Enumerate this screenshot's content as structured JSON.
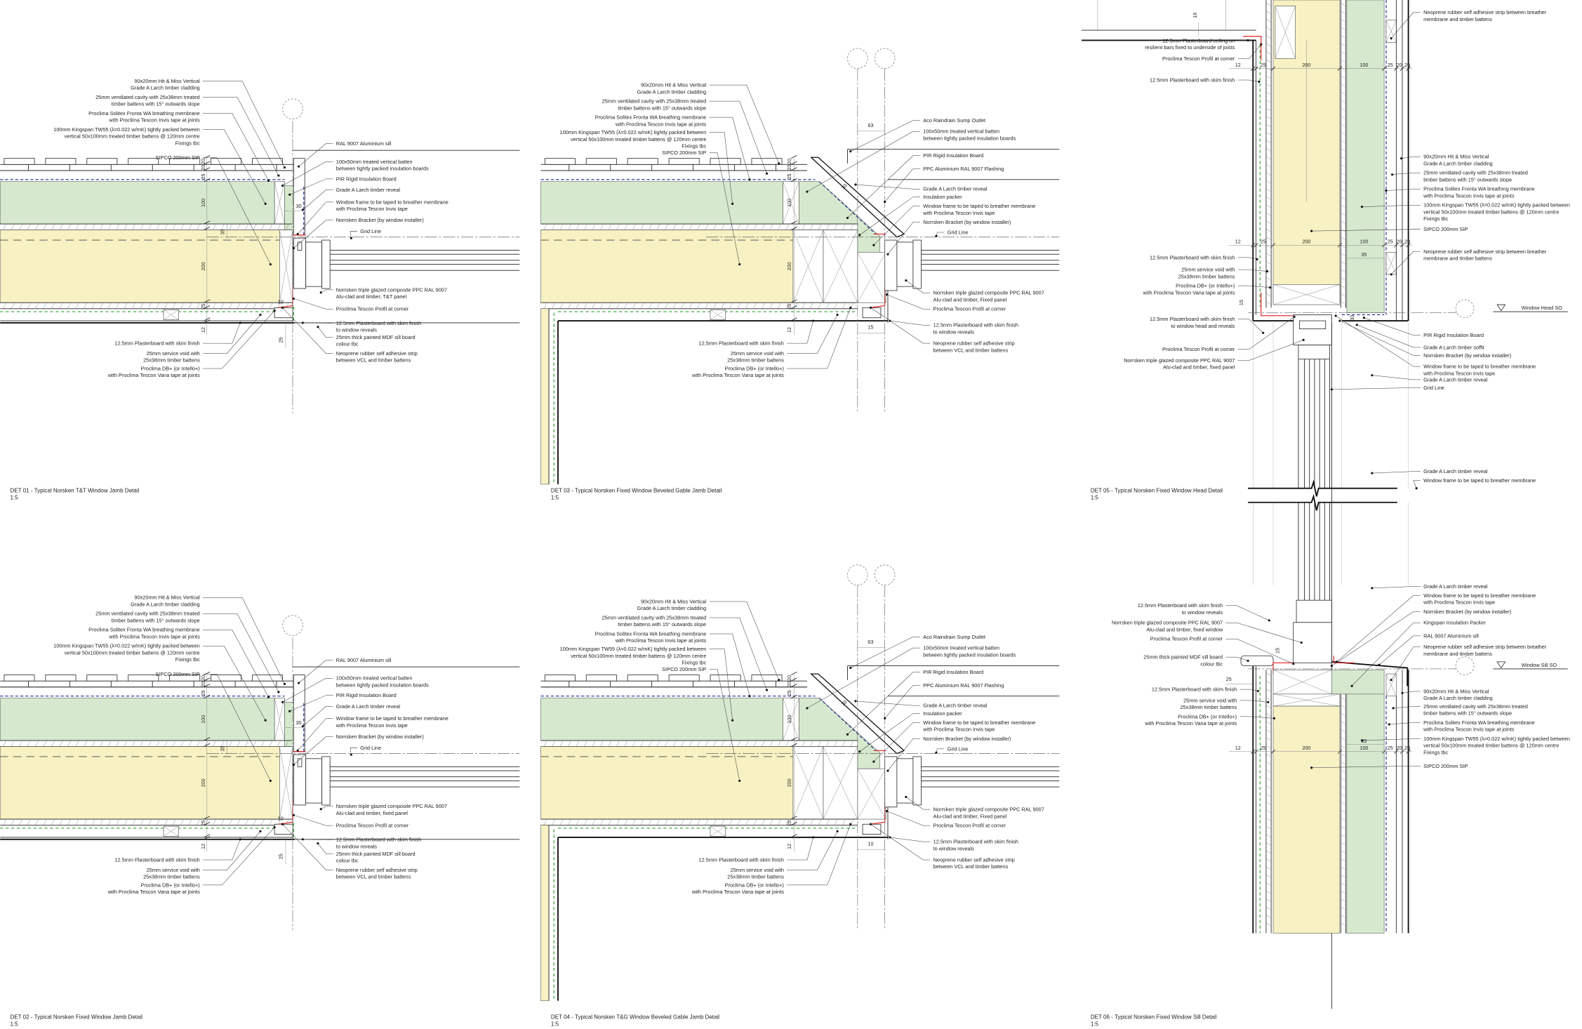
{
  "colors": {
    "insulation_green": "#d6e9cf",
    "sip_yellow": "#f7f1c3",
    "membrane_blue": "#1b2a8c",
    "vcl_green": "#2aa02a",
    "tape_red": "#e02020"
  },
  "details": [
    {
      "title": "DET 01 - Typical Norsken T&T Window Jamb Detail",
      "scale": "1:5",
      "labels": [
        {
          "lines": [
            "90x20mm Hit & Miss Vertical",
            "Grade A Larch timber cladding"
          ]
        },
        {
          "lines": [
            "25mm ventilated cavity with 25x38mm treated",
            "timber battens with 15° outwards slope"
          ]
        },
        {
          "lines": [
            "Proclima Solitex Fronta WA breathing membrane",
            "with Proclima Tescon Invis tape at joints"
          ]
        },
        {
          "lines": [
            "100mm Kingspan TW55 (λ=0.022 w/mK) tightly packed between",
            "vertical 50x100mm treated timber battens @ 120mm centre",
            "Fixings tbc"
          ]
        },
        {
          "lines": [
            "SIPCO 200mm SIP"
          ]
        },
        {
          "lines": [
            "RAL 9007 Aluminium sill"
          ]
        },
        {
          "lines": [
            "100x50mm treated vertical batten",
            "between tightly packed insulation boards"
          ]
        },
        {
          "lines": [
            "PIR Rigid Insulation Board"
          ]
        },
        {
          "lines": [
            "Grade A Larch timber reveal"
          ]
        },
        {
          "lines": [
            "Window frame to be taped to breather membrane",
            "with Proclima Tescon Invis tape"
          ]
        },
        {
          "lines": [
            "Norrsken Bracket (by window installer)"
          ]
        },
        {
          "lines": [
            "Grid Line"
          ]
        },
        {
          "lines": [
            "Norrsken triple glazed composite PPC RAL 9007",
            "Alu-clad and timber, T&T panel"
          ]
        },
        {
          "lines": [
            "Proclima Tescon Profil at corner"
          ]
        },
        {
          "lines": [
            "12.5mm Plasterboard with skim finish",
            "to window reveals"
          ]
        },
        {
          "lines": [
            "25mm thick painted MDF sill board",
            "colour tbc"
          ]
        },
        {
          "lines": [
            "Neoprene rubber self adhesive strip",
            "between VCL and timber battens"
          ]
        },
        {
          "lines": [
            "12.5mm Plasterboard with skim finish"
          ]
        },
        {
          "lines": [
            "25mm service void with",
            "25x38mm timber battens"
          ]
        },
        {
          "lines": [
            "Proclima DB+ (or Intello+)",
            "with Proclima Tescon Vana tape at joints"
          ]
        }
      ],
      "dims": [
        "20",
        "20",
        "25",
        "100",
        "35",
        "200",
        "25",
        "12",
        "30",
        "10",
        "25"
      ]
    },
    {
      "title": "DET 02 - Typical Norsken Fixed Window Jamb Detail",
      "scale": "1:5",
      "labels": [
        {
          "lines": [
            "90x20mm Hit & Miss Vertical",
            "Grade A Larch timber cladding"
          ]
        },
        {
          "lines": [
            "25mm ventilated cavity with 25x38mm treated",
            "timber battens with 15° outwards slope"
          ]
        },
        {
          "lines": [
            "Proclima Solitex Fronta WA breathing membrane",
            "with Proclima Tescon Invis tape at joints"
          ]
        },
        {
          "lines": [
            "100mm Kingspan TW55 (λ=0.022 w/mK) tightly packed between",
            "vertical 50x100mm treated timber battens @ 120mm centre",
            "Fixings tbc"
          ]
        },
        {
          "lines": [
            "SIPCO 200mm SIP"
          ]
        },
        {
          "lines": [
            "RAL 9007 Aluminium sill"
          ]
        },
        {
          "lines": [
            "100x50mm treated vertical batten",
            "between tightly packed insulation boards"
          ]
        },
        {
          "lines": [
            "PIR Rigid Insulation Board"
          ]
        },
        {
          "lines": [
            "Grade A Larch timber reveal"
          ]
        },
        {
          "lines": [
            "Window frame to be taped to breather membrane",
            "with Proclima Tescon Invis tape"
          ]
        },
        {
          "lines": [
            "Norrsken Bracket (by window installer)"
          ]
        },
        {
          "lines": [
            "Grid Line"
          ]
        },
        {
          "lines": [
            "Norrsken triple glazed composite PPC RAL 9007",
            "Alu-clad and timber, fixed panel"
          ]
        },
        {
          "lines": [
            "Proclima Tescon Profil at corner"
          ]
        },
        {
          "lines": [
            "12.5mm Plasterboard with skim finish",
            "to window reveals"
          ]
        },
        {
          "lines": [
            "25mm thick painted MDF sill board",
            "colour tbc"
          ]
        },
        {
          "lines": [
            "Neoprene rubber self adhesive strip",
            "between VCL and timber battens"
          ]
        },
        {
          "lines": [
            "12.5mm Plasterboard with skim finish"
          ]
        },
        {
          "lines": [
            "25mm service void with",
            "25x38mm timber battens"
          ]
        },
        {
          "lines": [
            "Proclima DB+ (or Intello+)",
            "with Proclima Tescon Vana tape at joints"
          ]
        }
      ],
      "dims": [
        "20",
        "20",
        "25",
        "100",
        "35",
        "200",
        "25",
        "12",
        "30",
        "10",
        "25"
      ]
    },
    {
      "title": "DET 03 - Typical Norsken Fixed Window Beveled Gable Jamb Detail",
      "scale": "1:5",
      "labels": [
        {
          "lines": [
            "90x20mm Hit & Miss Vertical",
            "Grade A Larch timber cladding"
          ]
        },
        {
          "lines": [
            "25mm ventilated cavity with 25x38mm treated",
            "timber battens with 15° outwards slope"
          ]
        },
        {
          "lines": [
            "Proclima Solitex Fronta WA breathing membrane",
            "with Proclima Tescon Invis tape at joints"
          ]
        },
        {
          "lines": [
            "100mm Kingspan TW55 (λ=0.022 w/mK) tightly packed between",
            "vertical 50x100mm treated timber battens @ 120mm centre",
            "Fixings tbc"
          ]
        },
        {
          "lines": [
            "SIPCO 200mm SIP"
          ]
        },
        {
          "lines": [
            "Aco Raindrain Sump Outlet"
          ]
        },
        {
          "lines": [
            "100x50mm treated vertical batten",
            "between tightly packed insulation boards"
          ]
        },
        {
          "lines": [
            "PIR Rigid Insulation Board"
          ]
        },
        {
          "lines": [
            "PPC Aluminium RAL 9007 Flashing"
          ]
        },
        {
          "lines": [
            "Grade A Larch timber reveal"
          ]
        },
        {
          "lines": [
            "Insulation packer"
          ]
        },
        {
          "lines": [
            "Window frame to be taped to breather membrane",
            "with Proclima Tescon Invis tape"
          ]
        },
        {
          "lines": [
            "Norrsken Bracket (by window installer)"
          ]
        },
        {
          "lines": [
            "Grid Line"
          ]
        },
        {
          "lines": [
            "Norrsken triple glazed composite PPC RAL 9007",
            "Alu-clad and timber, Fixed panel"
          ]
        },
        {
          "lines": [
            "Proclima Tescon Profil at corner"
          ]
        },
        {
          "lines": [
            "12.5mm Plasterboard with skim finish",
            "to window reveals"
          ]
        },
        {
          "lines": [
            "Neoprene rubber self adhesive strip",
            "between VCL and timber battens"
          ]
        },
        {
          "lines": [
            "12.5mm Plasterboard with skim finish"
          ]
        },
        {
          "lines": [
            "25mm service void with",
            "25x38mm timber battens"
          ]
        },
        {
          "lines": [
            "Proclima DB+ (or Intello+)",
            "with Proclima Tescon Vana tape at joints"
          ]
        }
      ],
      "dims": [
        "63",
        "20",
        "20",
        "25",
        "100",
        "30",
        "200",
        "25",
        "12",
        "15"
      ]
    },
    {
      "title": "DET 04 - Typical Norsken T&G Window Beveled Gable Jamb Detail",
      "scale": "1:5",
      "labels": [
        {
          "lines": [
            "90x20mm Hit & Miss Vertical",
            "Grade A Larch timber cladding"
          ]
        },
        {
          "lines": [
            "25mm ventilated cavity with 25x38mm treated",
            "timber battens with 15° outwards slope"
          ]
        },
        {
          "lines": [
            "Proclima Solitex Fronta WA breathing membrane",
            "with Proclima Tescon Invis tape at joints"
          ]
        },
        {
          "lines": [
            "100mm Kingspan TW55 (λ=0.022 w/mK) tightly packed between",
            "vertical 50x100mm treated timber battens @ 120mm centre",
            "Fixings tbc"
          ]
        },
        {
          "lines": [
            "SIPCO 200mm SIP"
          ]
        },
        {
          "lines": [
            "Aco Raindrain Sump Outlet"
          ]
        },
        {
          "lines": [
            "100x50mm treated vertical batten",
            "between tightly packed insulation boards"
          ]
        },
        {
          "lines": [
            "PIR Rigid Insulation Board"
          ]
        },
        {
          "lines": [
            "PPC Aluminium RAL 9007 Flashing"
          ]
        },
        {
          "lines": [
            "Grade A Larch timber reveal"
          ]
        },
        {
          "lines": [
            "Insulation packer"
          ]
        },
        {
          "lines": [
            "Window frame to be taped to breather membrane",
            "with Proclima Tescon Invis tape"
          ]
        },
        {
          "lines": [
            "Norrsken Bracket (by window installer)"
          ]
        },
        {
          "lines": [
            "Grid Line"
          ]
        },
        {
          "lines": [
            "Norrsken triple glazed composite PPC RAL 9007",
            "Alu-clad and timber, Fixed panel"
          ]
        },
        {
          "lines": [
            "Proclima Tescon Profil at corner"
          ]
        },
        {
          "lines": [
            "12.5mm Plasterboard with skim finish",
            "to window reveals"
          ]
        },
        {
          "lines": [
            "Neoprene rubber self adhesive strip",
            "between VCL and timber battens"
          ]
        },
        {
          "lines": [
            "12.5mm Plasterboard with skim finish"
          ]
        },
        {
          "lines": [
            "25mm service void with",
            "25x38mm timber battens"
          ]
        },
        {
          "lines": [
            "Proclima DB+ (or Intello+)",
            "with Proclima Tescon Vana tape at joints"
          ]
        }
      ],
      "dims": [
        "63",
        "20",
        "20",
        "25",
        "100",
        "30",
        "200",
        "25",
        "12",
        "10"
      ]
    },
    {
      "title": "DET 05 - Typical Norsken Fixed Window Head Detail",
      "scale": "1:5",
      "labels": [
        {
          "lines": [
            "Neoprene rubber self adhesive strip between breather",
            "membrane and timber battens"
          ]
        },
        {
          "lines": [
            "12.5mm Plasterboard ceiling on",
            "resilient bars fixed to underside of joists"
          ]
        },
        {
          "lines": [
            "Proclima Tescon Profil at corner"
          ]
        },
        {
          "lines": [
            "12.5mm Plasterboard with skim finish"
          ]
        },
        {
          "lines": [
            "90x20mm Hit & Miss Vertical",
            "Grade A Larch timber cladding"
          ]
        },
        {
          "lines": [
            "25mm ventilated cavity with 25x38mm treated",
            "timber battens with 15° outwards slope"
          ]
        },
        {
          "lines": [
            "Proclima Solitex Fronta WA breathing membrane",
            "with Proclima Tescon Invis tape at joints"
          ]
        },
        {
          "lines": [
            "100mm Kingspan TW55 (λ=0.022 w/mK) tightly packed between",
            "vertical 50x100mm treated timber battens @ 120mm centre",
            "Fixings tbc"
          ]
        },
        {
          "lines": [
            "SIPCO 200mm SIP"
          ]
        },
        {
          "lines": [
            "Neoprene rubber self adhesive strip between breather",
            "membrane and timber battens"
          ]
        },
        {
          "lines": [
            "Window Head SO"
          ]
        },
        {
          "lines": [
            "12.5mm Plasterboard with skim finish"
          ]
        },
        {
          "lines": [
            "25mm service void with",
            "25x38mm timber battens"
          ]
        },
        {
          "lines": [
            "Proclima DB+ (or Intello+)",
            "with Proclima Tescon Vana tape at joints"
          ]
        },
        {
          "lines": [
            "12.5mm Plasterboard with skim finish",
            "to window head and reveals"
          ]
        },
        {
          "lines": [
            "Proclima Tescon Profil at corner"
          ]
        },
        {
          "lines": [
            "Norrsken triple glazed composite PPC RAL 9007",
            "Alu-clad and timber, fixed panel"
          ]
        },
        {
          "lines": [
            "PIR Rigid Insulation Board"
          ]
        },
        {
          "lines": [
            "Grade A Larch timber soffit"
          ]
        },
        {
          "lines": [
            "Norrsken Bracket (by window installer)"
          ]
        },
        {
          "lines": [
            "Window frame to be taped to breather membrane",
            "with Proclima Tescon Invis tape"
          ]
        },
        {
          "lines": [
            "Grade A Larch timber reveal"
          ]
        },
        {
          "lines": [
            "Grid Line"
          ]
        },
        {
          "lines": [
            "Grade A Larch timber reveal"
          ]
        },
        {
          "lines": [
            "Window frame to be taped to breather membrane"
          ]
        }
      ],
      "dims": [
        "16",
        "12",
        "25",
        "200",
        "100",
        "25",
        "20",
        "20",
        "12",
        "25",
        "200",
        "100",
        "25",
        "20",
        "20",
        "35",
        "15",
        "30"
      ]
    },
    {
      "title": "DET 06 - Typical Norsken Fixed Window Sill Detail",
      "scale": "1:5",
      "labels": [
        {
          "lines": [
            "Grade A Larch timber reveal"
          ]
        },
        {
          "lines": [
            "Window frame to be taped to breather membrane",
            "with Proclima Tescon Invis tape"
          ]
        },
        {
          "lines": [
            "Norrsken Bracket (by window installer)"
          ]
        },
        {
          "lines": [
            "Kingspan Insulation Packer"
          ]
        },
        {
          "lines": [
            "RAL 9007 Aluminium sill"
          ]
        },
        {
          "lines": [
            "Neoprene rubber self adhesive strip between breather",
            "membrane and timber battens"
          ]
        },
        {
          "lines": [
            "Window Sill SO"
          ]
        },
        {
          "lines": [
            "90x20mm Hit & Miss Vertical",
            "Grade A Larch timber cladding"
          ]
        },
        {
          "lines": [
            "25mm ventilated cavity with 25x38mm treated",
            "timber battens with 15° outwards slope"
          ]
        },
        {
          "lines": [
            "Proclima Solitex Fronta WA breathing membrane",
            "with Proclima Tescon Invis tape at joints"
          ]
        },
        {
          "lines": [
            "100mm Kingspan TW55 (λ=0.022 w/mK) tightly packed between",
            "vertical 50x100mm treated timber battens @ 120mm centre",
            "Fixings tbc"
          ]
        },
        {
          "lines": [
            "SIPCO 200mm SIP"
          ]
        },
        {
          "lines": [
            "12.5mm Plasterboard with skim finish",
            "to window reveals"
          ]
        },
        {
          "lines": [
            "Norrsken triple glazed composite PPC RAL 9007",
            "Alu-clad and timber, fixed window"
          ]
        },
        {
          "lines": [
            "Proclima Tescon Profil at corner"
          ]
        },
        {
          "lines": [
            "25mm thick painted MDF sill board",
            "colour tbc"
          ]
        },
        {
          "lines": [
            "12.5mm Plasterboard with skim finish"
          ]
        },
        {
          "lines": [
            "25mm service void with",
            "25x38mm timber battens"
          ]
        },
        {
          "lines": [
            "Proclima DB+ (or Intello+)",
            "with Proclima Tescon Vana tape at joints"
          ]
        }
      ],
      "dims": [
        "15",
        "25",
        "35",
        "12",
        "25",
        "200",
        "100",
        "25",
        "20",
        "20"
      ]
    }
  ]
}
